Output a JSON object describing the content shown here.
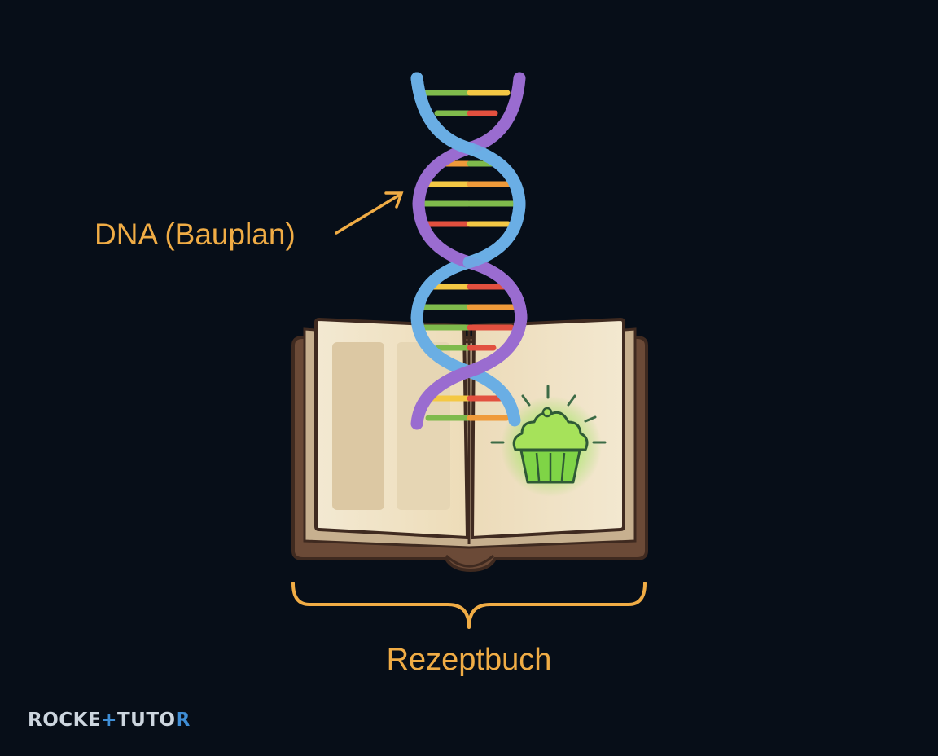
{
  "labels": {
    "dna": "DNA (Bauplan)",
    "book": "Rezeptbuch"
  },
  "logo": {
    "part1": "ROCKE",
    "plus": "+",
    "part2": "TUTO",
    "part3": "R",
    "text": "ROCKETUTOR"
  },
  "colors": {
    "background": "#070e18",
    "label": "#f0ac45",
    "strand_blue": "#6aaee4",
    "strand_purple": "#9a6cd0",
    "base_green": "#7fba4c",
    "base_yellow": "#f4c844",
    "base_orange": "#ef9a3a",
    "base_red": "#e2503f",
    "book_cover": "#6b4a37",
    "book_page": "#f1e5c9",
    "cupcake_glow": "#9cff3a"
  },
  "icons": [
    "dna-helix-icon",
    "recipe-book-icon",
    "cupcake-icon",
    "arrow-icon",
    "curly-brace-icon"
  ]
}
